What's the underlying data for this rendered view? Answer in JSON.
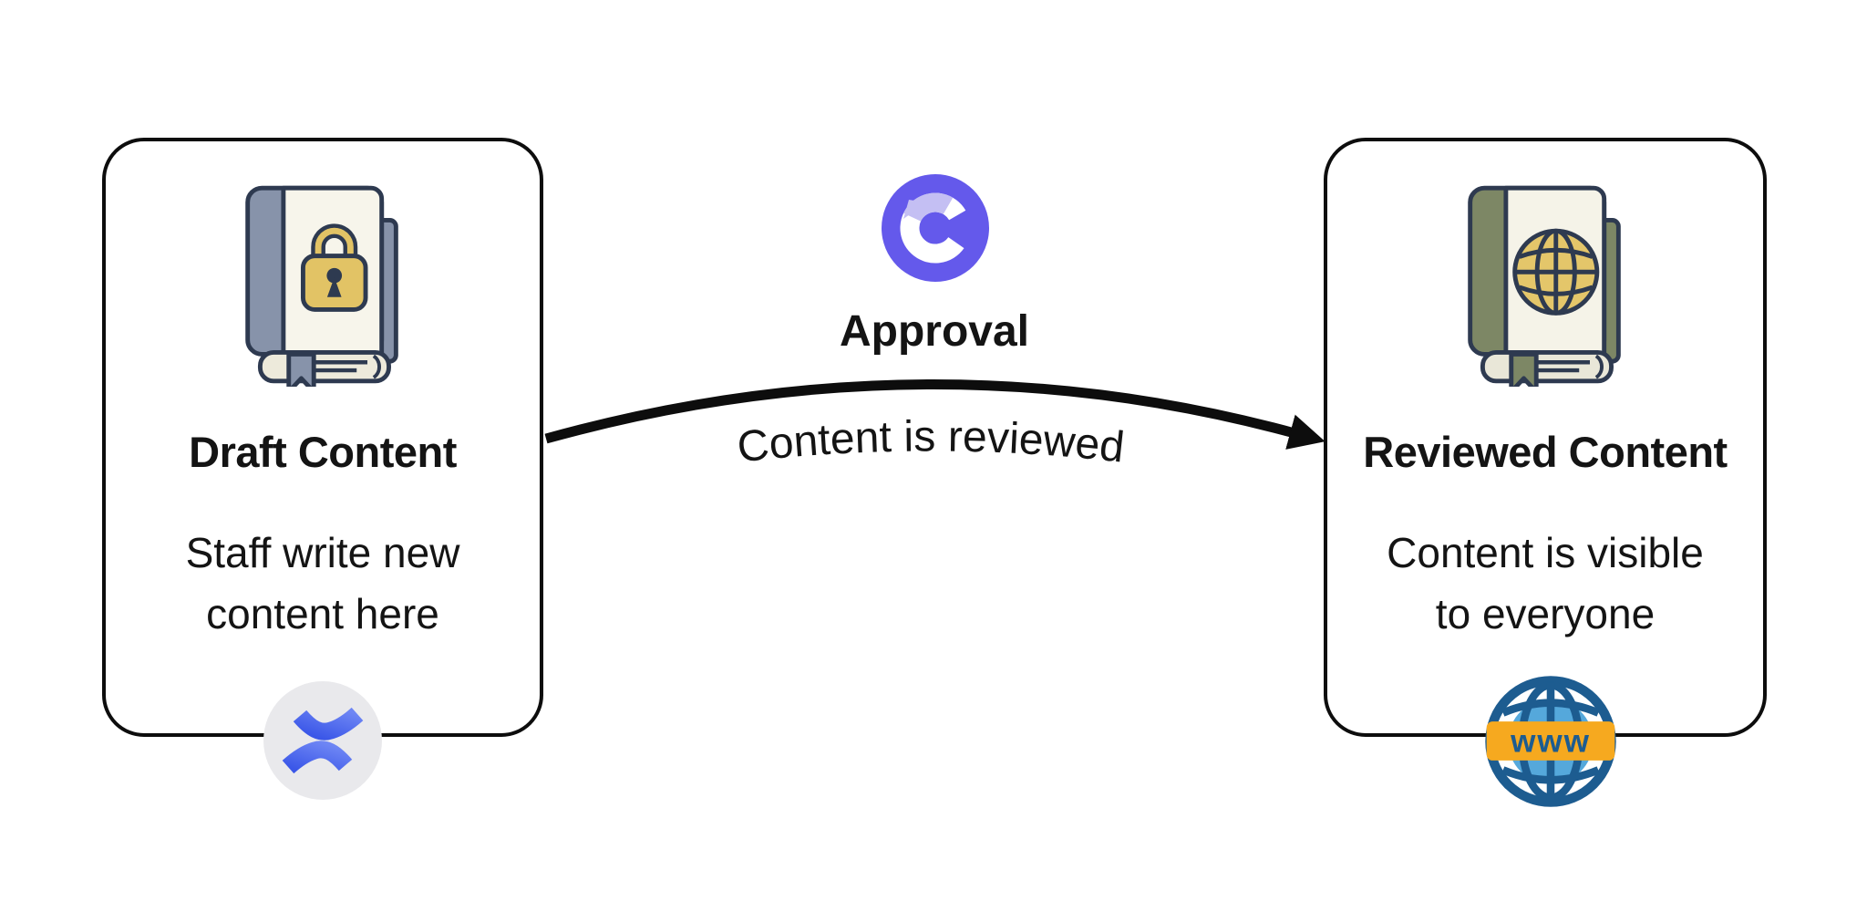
{
  "diagram": {
    "background": "#ffffff",
    "left_card": {
      "title": "Draft Content",
      "subtitle_line1": "Staff write new",
      "subtitle_line2": "content here",
      "main_icon": "locked-book-icon",
      "badge_icon": "confluence-icon"
    },
    "connector": {
      "badge_icon": "comala-approval-icon",
      "label": "Approval",
      "caption": "Content is reviewed"
    },
    "right_card": {
      "title": "Reviewed Content",
      "subtitle_line1": "Content is visible",
      "subtitle_line2": "to everyone",
      "main_icon": "globe-book-icon",
      "badge_icon": "www-globe-icon",
      "badge_label": "www"
    },
    "colors": {
      "card_border": "#0d0d0d",
      "text": "#141414",
      "arrow": "#0d0d0d",
      "comala_purple": "#6459eb",
      "comala_lavender": "#c4bff3",
      "confluence_blue_dark": "#3b57e8",
      "confluence_blue_light": "#6e86f4",
      "confluence_badge_bg": "#e9e9ec",
      "book_outline_navy": "#2e3a50",
      "book_cover_cream": "#f7f5eb",
      "book_pages": "#edeadb",
      "book_spine_blue": "#8793aa",
      "book_spine_green": "#7d8765",
      "lock_gold": "#e2c365",
      "globe_gold": "#e4c66a",
      "www_dark_blue": "#1d5c90",
      "www_light_blue": "#55a8db",
      "www_orange": "#f6a91f"
    }
  }
}
